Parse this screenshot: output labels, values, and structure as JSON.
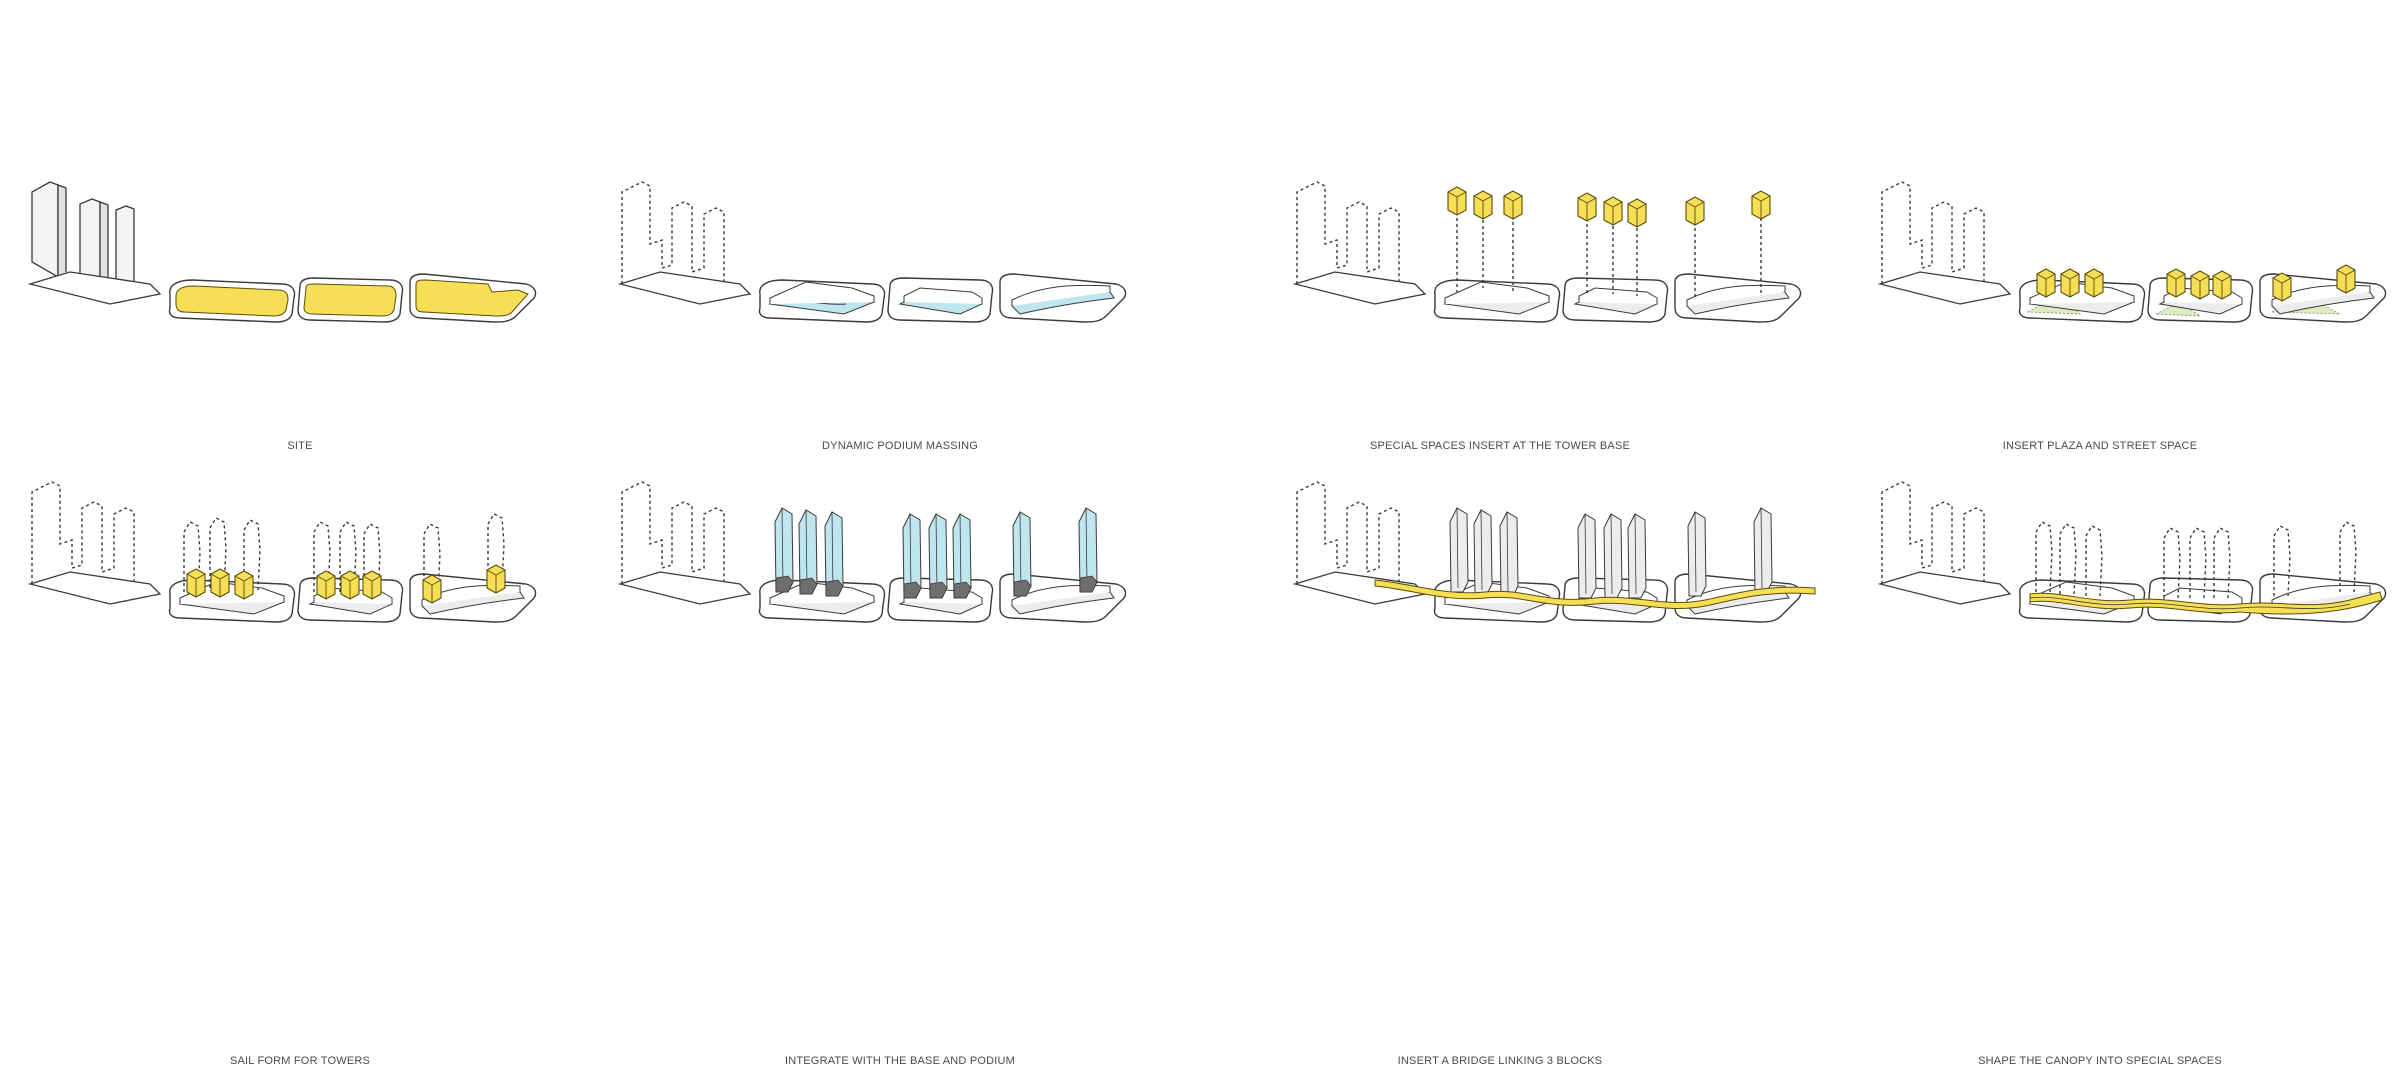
{
  "colors": {
    "yellow": "#f7de57",
    "yellow_edge": "#8f7a10",
    "blue": "#bfe6ef",
    "blue_edge": "#3f7f8f",
    "dark": "#6e6e6e",
    "green": "#dcebc2",
    "grey": "#ececec"
  },
  "captions": {
    "p1": "SITE",
    "p2": "DYNAMIC PODIUM MASSING",
    "p3": "SPECIAL SPACES INSERT AT THE TOWER BASE",
    "p4": "INSERT PLAZA AND STREET SPACE",
    "p5": "SAIL FORM FOR TOWERS",
    "p6": "INTEGRATE WITH THE BASE AND PODIUM",
    "p7": "INSERT A BRIDGE LINKING 3 BLOCKS",
    "p8": "SHAPE THE CANOPY INTO SPECIAL SPACES"
  }
}
